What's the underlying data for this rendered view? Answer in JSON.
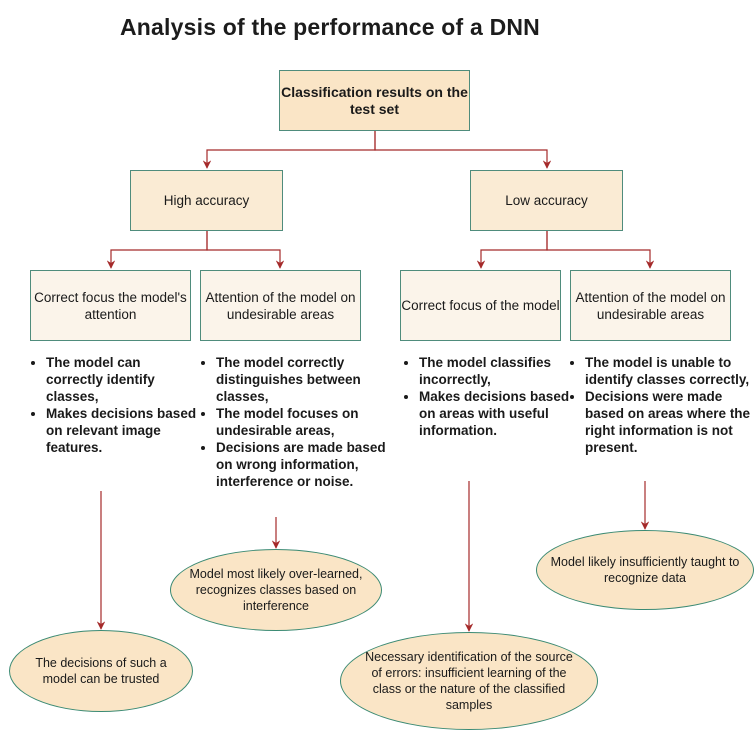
{
  "title": "Analysis of the performance of a DNN",
  "colors": {
    "arrow": "#a52a2a",
    "box_border": "#4f8c7c",
    "root_fill": "#fae5c6",
    "mid_fill": "#faebd4",
    "leaf_fill": "#fbf4ea",
    "ellipse_fill": "#fae5c6",
    "ellipse_border": "#3b8a73"
  },
  "root": {
    "label": "Classification results on the test set"
  },
  "branches": [
    {
      "label": "High accuracy",
      "cases": [
        {
          "label": "Correct focus the model's attention",
          "bullets": [
            "The model can correctly identify classes,",
            "Makes decisions based on relevant image features."
          ],
          "conclusion": "The decisions of such a model can be trusted"
        },
        {
          "label": "Attention of the model on undesirable areas",
          "bullets": [
            "The model correctly distinguishes between classes,",
            "The model focuses on undesirable areas,",
            "Decisions are made based on wrong information, interference or noise."
          ],
          "conclusion": "Model most likely over-learned, recognizes classes based on interference"
        }
      ]
    },
    {
      "label": "Low accuracy",
      "cases": [
        {
          "label": "Correct focus of the model",
          "bullets": [
            "The model classifies incorrectly,",
            "Makes decisions based on areas with useful information."
          ],
          "conclusion": "Necessary identification of the source of errors: insufficient learning of the class or the nature of the classified samples"
        },
        {
          "label": "Attention of the model on undesirable areas",
          "bullets": [
            "The model is unable to identify classes correctly,",
            "Decisions were made based on areas where the right information is not present."
          ],
          "conclusion": "Model likely insufficiently taught to recognize data"
        }
      ]
    }
  ]
}
